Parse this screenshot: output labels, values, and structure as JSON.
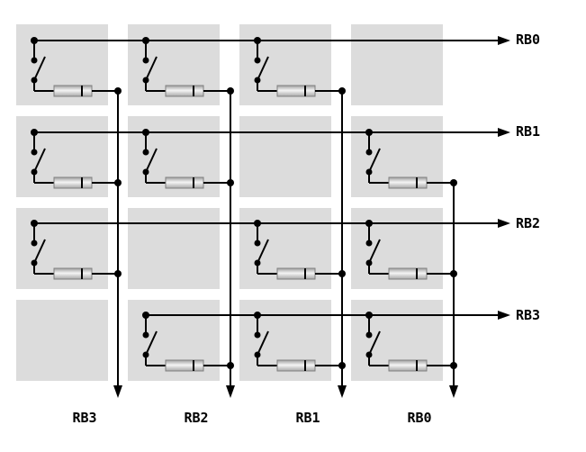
{
  "diagram": {
    "row_labels": [
      "RB0",
      "RB1",
      "RB2",
      "RB3"
    ],
    "column_labels": [
      "RB3",
      "RB2",
      "RB1",
      "RB0"
    ],
    "switch_matrix": [
      [
        true,
        true,
        true,
        false
      ],
      [
        true,
        true,
        false,
        true
      ],
      [
        true,
        false,
        true,
        true
      ],
      [
        false,
        true,
        true,
        true
      ]
    ],
    "colors": {
      "cell_fill": "#dcdcdc",
      "wire": "#000000",
      "resistor_light": "#f2f2f2",
      "resistor_dark": "#9a9a9a"
    }
  }
}
